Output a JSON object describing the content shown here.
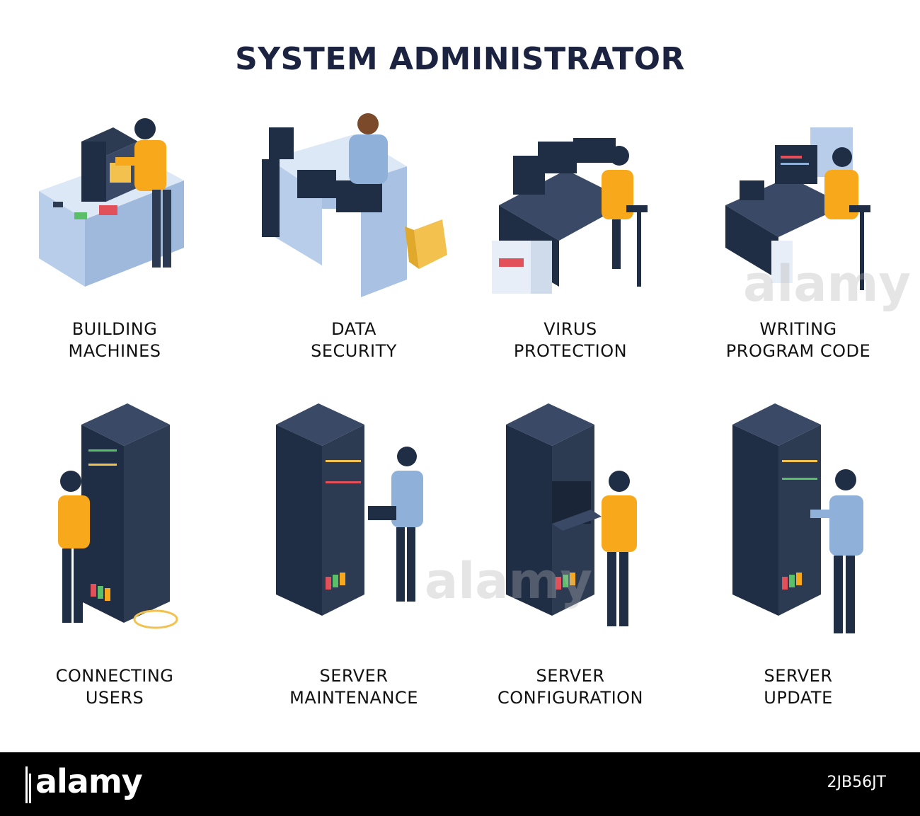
{
  "title": "SYSTEM ADMINISTRATOR",
  "items": [
    {
      "line1": "BUILDING",
      "line2": "MACHINES"
    },
    {
      "line1": "DATA",
      "line2": "SECURITY"
    },
    {
      "line1": "VIRUS",
      "line2": "PROTECTION"
    },
    {
      "line1": "WRITING",
      "line2": "PROGRAM CODE"
    },
    {
      "line1": "CONNECTING",
      "line2": "USERS"
    },
    {
      "line1": "SERVER",
      "line2": "MAINTENANCE"
    },
    {
      "line1": "SERVER",
      "line2": "CONFIGURATION"
    },
    {
      "line1": "SERVER",
      "line2": "UPDATE"
    }
  ],
  "footer": {
    "logo": "alamy",
    "image_code": "2JB56JT"
  },
  "watermark": "alamy",
  "colors": {
    "rack": "#1f2d45",
    "shirt_yellow": "#f7a81b",
    "shirt_blue": "#8fb0d8",
    "desk": "#b7cdea",
    "desk_dark": "#2c3a52"
  }
}
